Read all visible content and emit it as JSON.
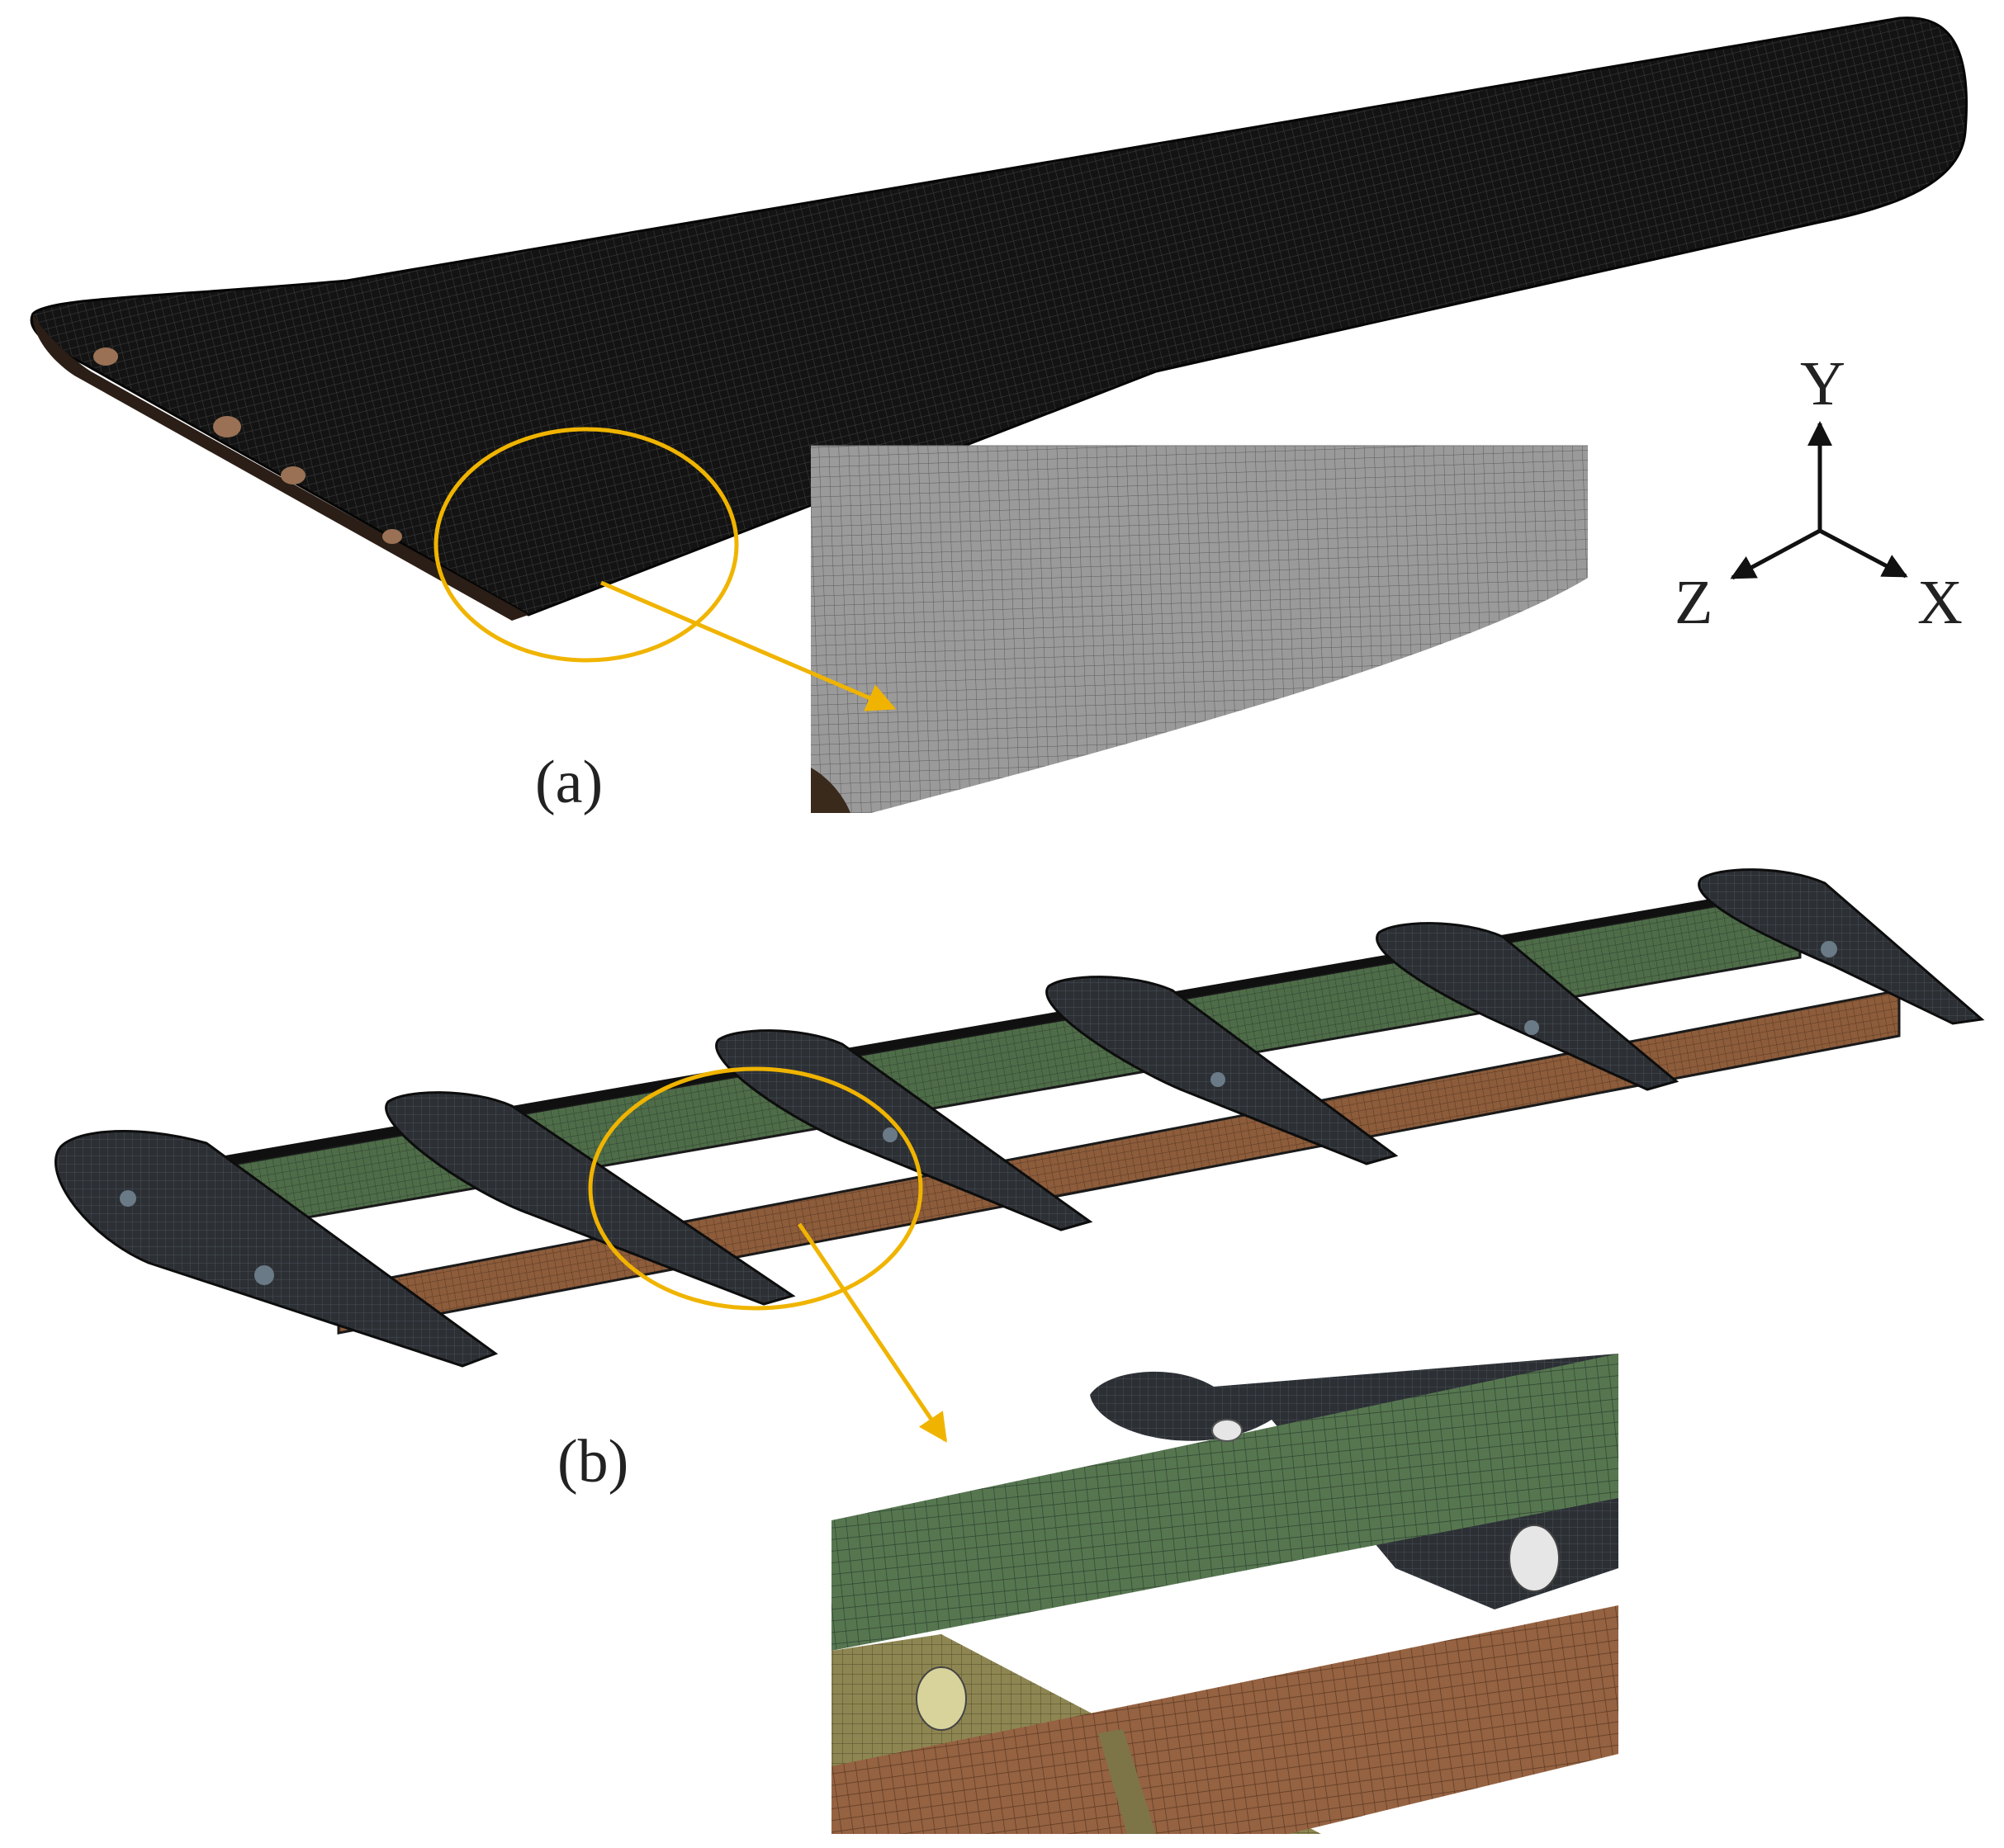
{
  "panels": [
    {
      "label": "(a)"
    },
    {
      "label": "(b)"
    }
  ],
  "axes": {
    "y": "Y",
    "z": "Z",
    "x": "X"
  },
  "colors": {
    "skin_mesh": "#141414",
    "detail_skin": "#8f8f8f",
    "spar_green": "#4d6b48",
    "spar_brown": "#8a5a3a",
    "rib_dark": "#2b2f33",
    "rib_yellow": "#8c8450",
    "callout": "#f0b400"
  }
}
